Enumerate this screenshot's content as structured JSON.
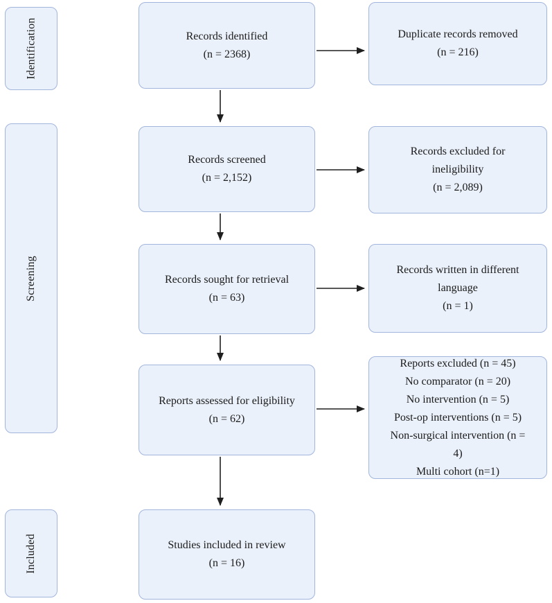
{
  "colors": {
    "box_fill": "#eaf1fa",
    "box_border": "#a2b5dc",
    "arrow": "#1f1f1f",
    "text": "#1b1b1b"
  },
  "stages": [
    {
      "label": "Identification"
    },
    {
      "label": "Screening"
    },
    {
      "label": "Included"
    }
  ],
  "main_boxes": [
    {
      "title": "Records identified",
      "count": "(n = 2368)"
    },
    {
      "title": "Records screened",
      "count": "(n = 2,152)"
    },
    {
      "title": "Records sought for retrieval",
      "count": "(n = 63)"
    },
    {
      "title": "Reports assessed for eligibility",
      "count": "(n = 62)"
    },
    {
      "title": "Studies included in review",
      "count": "(n = 16)"
    }
  ],
  "side_boxes": [
    {
      "title": "Duplicate records removed",
      "count": "(n = 216)"
    },
    {
      "title": "Records excluded for ineligibility",
      "count": "(n = 2,089)"
    },
    {
      "title": "Records written in different language",
      "count": "(n = 1)"
    },
    {
      "lines": [
        "Reports excluded (n = 45)",
        "No comparator (n = 20)",
        "No intervention (n = 5)",
        "Post-op interventions (n = 5)",
        "Non-surgical intervention (n = 4)",
        "Multi cohort (n=1)"
      ]
    }
  ]
}
